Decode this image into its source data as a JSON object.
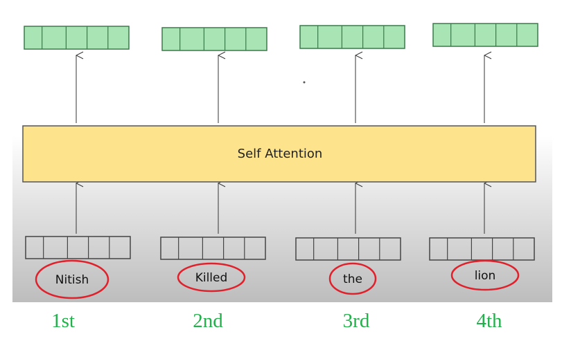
{
  "layer_label": "Self Attention",
  "words": [
    "Nitish",
    "Killed",
    "the",
    "lion"
  ],
  "positions": [
    "1st",
    "2nd",
    "3rd",
    "4th"
  ],
  "colors": {
    "output_fill": "#a8e4b4",
    "output_stroke": "#3a7a4a",
    "layer_fill": "#fde38c",
    "circle": "#e0202a",
    "position_text": "#22b04b"
  }
}
